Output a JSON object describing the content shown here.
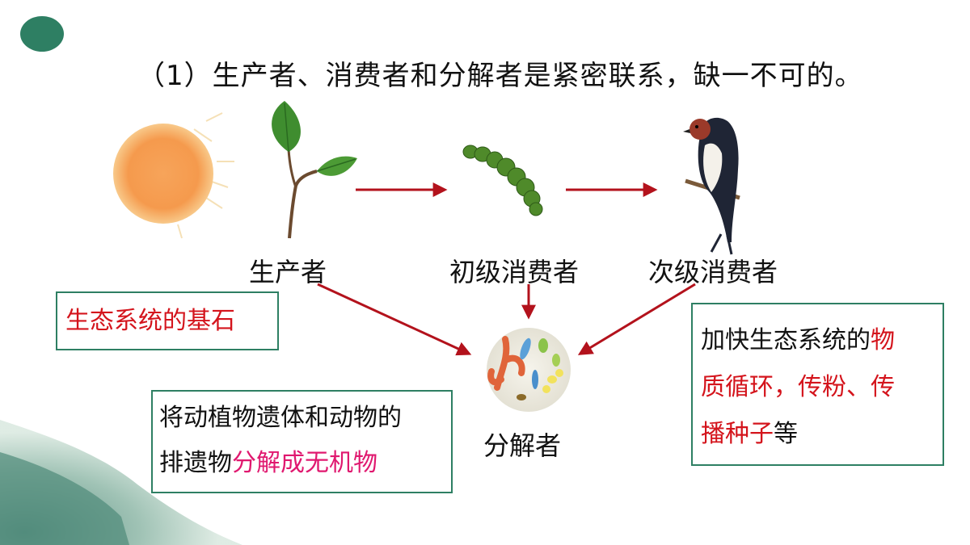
{
  "slide": {
    "title": "（1）生产者、消费者和分解者是紧密联系，缺一不可的。",
    "labels": {
      "producer": "生产者",
      "primary_consumer": "初级消费者",
      "secondary_consumer": "次级消费者",
      "decomposer": "分解者"
    },
    "box_producer": {
      "text": "生态系统的基石"
    },
    "box_decomposer": {
      "line1": "将动植物遗体和动物的",
      "line2_prefix": "排遗物",
      "line2_highlight": "分解成无机物"
    },
    "box_consumer": {
      "line1_prefix": "加快生态系统的",
      "line1_highlight": "物",
      "line2_highlight": "质循环，传粉、传",
      "line3_highlight": "播种子",
      "line3_suffix": "等"
    }
  },
  "colors": {
    "accent_green": "#2e7f63",
    "arrow_red": "#b3121c",
    "text_red": "#d4141c",
    "text_pink": "#e0186f"
  },
  "icons": [
    "sun-image",
    "leaf-sprout-image",
    "caterpillar-image",
    "swallow-bird-image",
    "microbes-image"
  ]
}
